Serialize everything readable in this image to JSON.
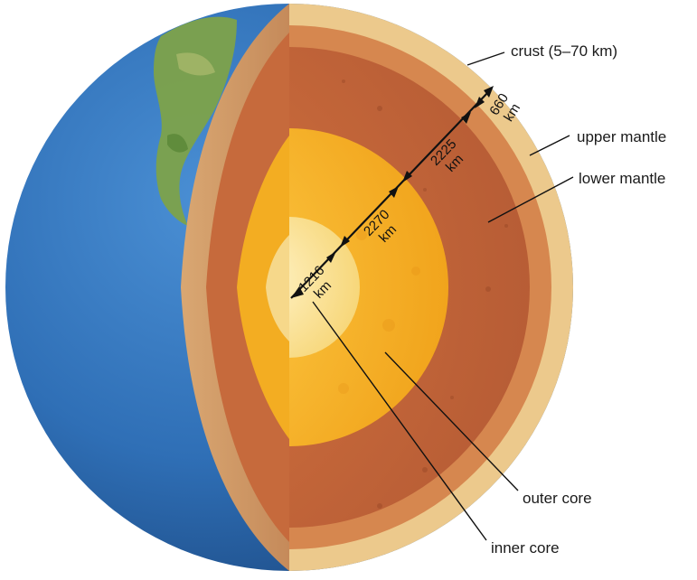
{
  "layers": {
    "crust": "crust (5–70 km)",
    "upper_mantle": "upper mantle",
    "lower_mantle": "lower mantle",
    "outer_core": "outer core",
    "inner_core": "inner core"
  },
  "thickness": {
    "upper_mantle": {
      "value": "660",
      "unit": "km"
    },
    "lower_mantle": {
      "value": "2225",
      "unit": "km"
    },
    "outer_core": {
      "value": "2270",
      "unit": "km"
    },
    "inner_core": {
      "value": "1216",
      "unit": "km"
    }
  },
  "colors": {
    "ocean": "#2f6fb6",
    "land": "#7da24a",
    "crust": "#ecc98c",
    "mantle": "#c4653a",
    "outer_core": "#f6b321",
    "inner_core": "#fbe29a"
  }
}
